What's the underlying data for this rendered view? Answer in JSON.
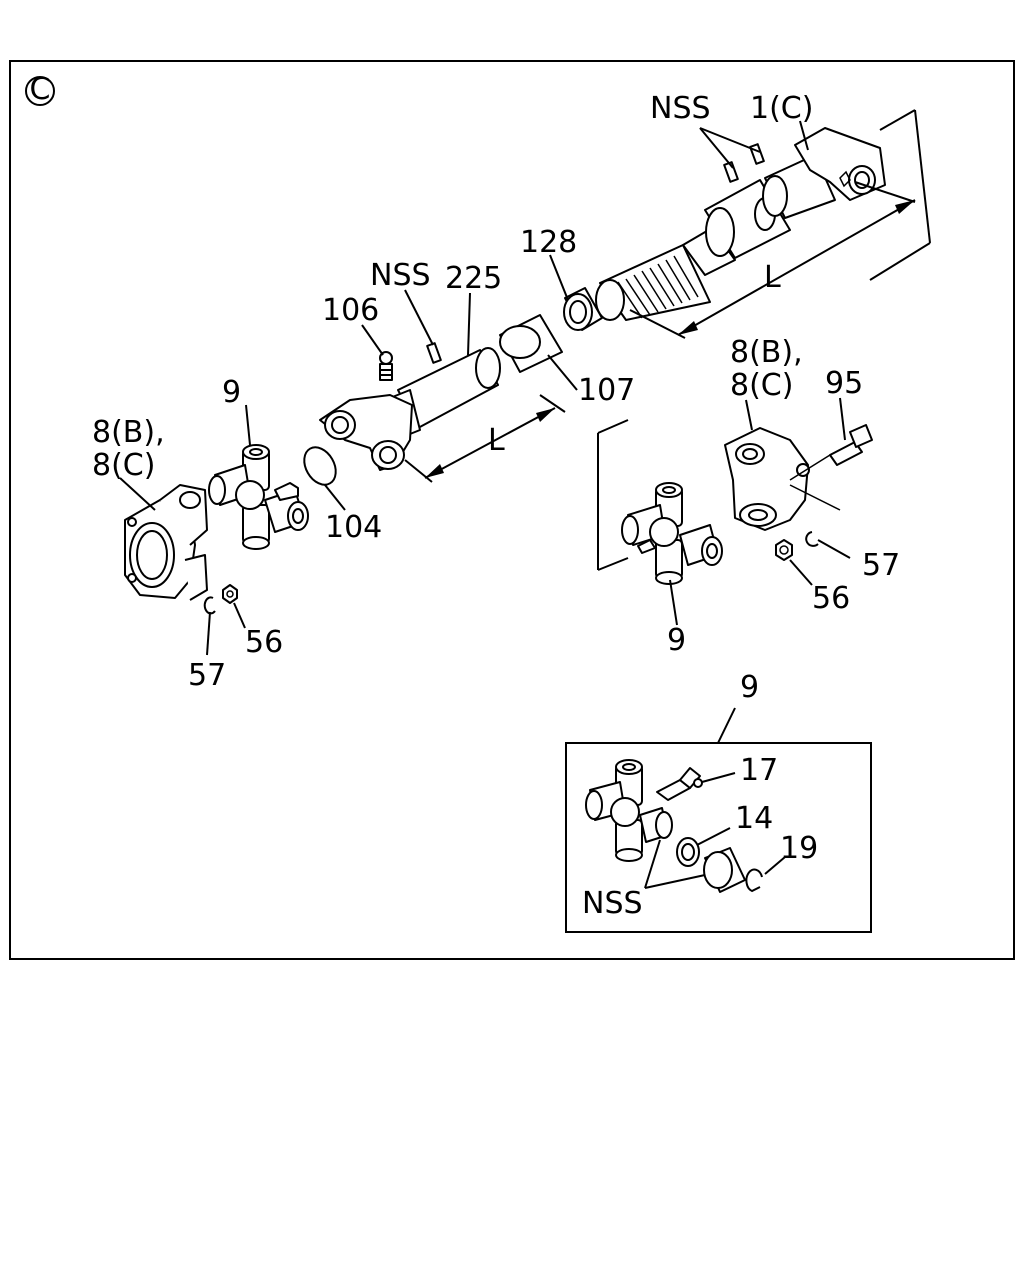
{
  "diagram": {
    "view_mark": "C",
    "labels": {
      "nss_top": "NSS",
      "p1c": "1(C)",
      "p128": "128",
      "nss_mid": "NSS",
      "p225": "225",
      "p106": "106",
      "l_right": "L",
      "p8b_right": "8(B),",
      "p8c_right": "8(C)",
      "p95": "95",
      "p107": "107",
      "p9_left": "9",
      "p8b_left": "8(B),",
      "p8c_left": "8(C)",
      "l_mid": "L",
      "p104": "104",
      "p57_right": "57",
      "p56_right": "56",
      "p9_right": "9",
      "p56_left": "56",
      "p57_left": "57",
      "p9_detail": "9",
      "p17": "17",
      "p14": "14",
      "p19": "19",
      "nss_detail": "NSS"
    }
  }
}
